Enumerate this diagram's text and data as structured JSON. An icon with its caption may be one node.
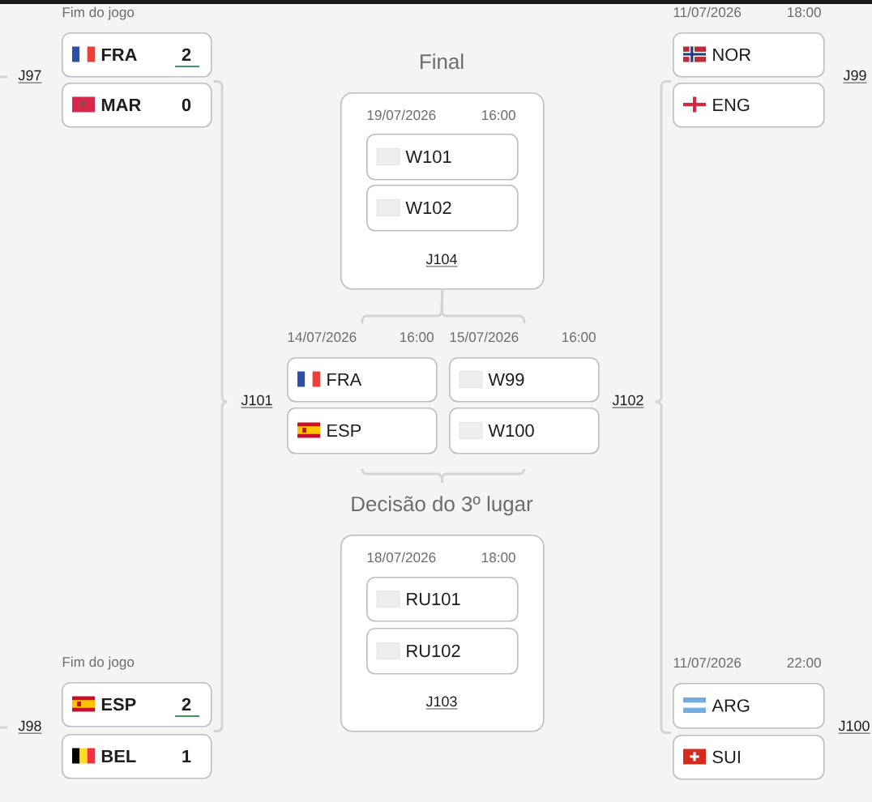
{
  "diagram": {
    "nodes": [
      {
        "text": [
          "FRA",
          "2"
        ],
        "beside": [
          "Fim do jogo"
        ]
      },
      {
        "text": [
          "MAR",
          "0"
        ]
      },
      {
        "text": [
          "J97"
        ]
      },
      {
        "text": [
          "NOR"
        ],
        "beside": [
          "11/07/2026",
          "18:00"
        ]
      },
      {
        "text": [
          "ENG"
        ]
      },
      {
        "text": [
          "Final",
          "19/07/2026",
          "16:00",
          "J104"
        ]
      },
      {
        "text": [
          "W101"
        ],
        "in": 5
      },
      {
        "text": [
          "W102"
        ],
        "in": 5
      },
      {
        "text": [
          "FRA"
        ],
        "beside": [
          "14/07/2026",
          "16:00"
        ]
      },
      {
        "text": [
          "W99"
        ],
        "beside": [
          "15/07/2026",
          "16:00"
        ]
      },
      {
        "text": [
          "J101"
        ]
      },
      {
        "text": [
          "J102"
        ]
      },
      {
        "text": [
          "ESP"
        ]
      },
      {
        "text": [
          "W100"
        ]
      },
      {
        "text": [
          "Decisão do 3º lugar",
          "18/07/2026",
          "18:00",
          "J103"
        ]
      },
      {
        "text": [
          "RU101"
        ],
        "in": 14
      },
      {
        "text": [
          "RU102"
        ],
        "in": 14
      },
      {
        "text": [
          "ESP",
          "2"
        ],
        "beside": [
          "Fim do jogo"
        ]
      },
      {
        "text": [
          "BEL",
          "1"
        ]
      },
      {
        "text": [
          "J98"
        ]
      },
      {
        "text": [
          "ARG"
        ],
        "beside": [
          "11/07/2026",
          "22:00"
        ]
      },
      {
        "text": [
          "SUI"
        ]
      }
    ],
    "edges": [
      {
        "from": null,
        "to": 2,
        "arrow": "none"
      },
      {
        "from": 0,
        "to": 10,
        "arrow": "none"
      },
      {
        "from": 3,
        "to": 11,
        "arrow": "none"
      },
      {
        "from": 8,
        "to": 5,
        "arrow": "none"
      },
      {
        "from": 9,
        "to": 5,
        "arrow": "none"
      },
      {
        "from": 12,
        "to": 14,
        "arrow": "none"
      },
      {
        "from": 13,
        "to": 14,
        "arrow": "none"
      },
      {
        "from": 17,
        "to": 10,
        "arrow": "none"
      },
      {
        "from": null,
        "to": 19,
        "arrow": "none"
      },
      {
        "from": 20,
        "to": 11,
        "arrow": "none"
      }
    ],
    "labels": [
      "J99",
      "J100"
    ]
  }
}
